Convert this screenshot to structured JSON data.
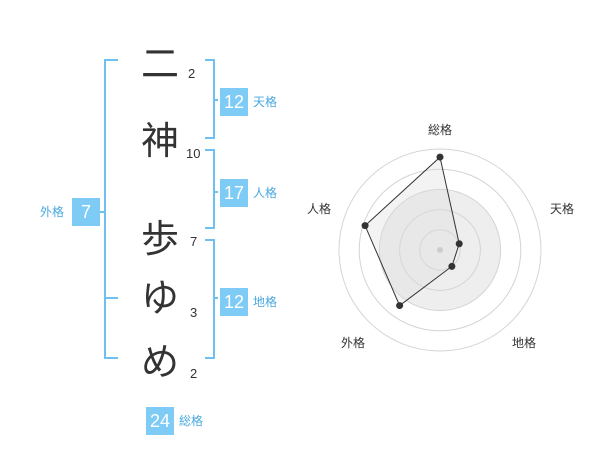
{
  "name_chars": [
    {
      "char": "二",
      "strokes": "2"
    },
    {
      "char": "神",
      "strokes": "10"
    },
    {
      "char": "歩",
      "strokes": "7"
    },
    {
      "char": "ゆ",
      "strokes": "3"
    },
    {
      "char": "め",
      "strokes": "2"
    }
  ],
  "kaku": {
    "tenkaku": {
      "value": "12",
      "label": "天格"
    },
    "jinkaku": {
      "value": "17",
      "label": "人格"
    },
    "chikaku": {
      "value": "12",
      "label": "地格"
    },
    "gaikaku": {
      "value": "7",
      "label": "外格"
    },
    "soukaku": {
      "value": "24",
      "label": "総格"
    }
  },
  "colors": {
    "accent": "#7ecbf6",
    "bracket": "#6fbfef",
    "text": "#333333",
    "label": "#4aa8e0",
    "radar_fill": "#eeeeee",
    "radar_grid": "#d4d4d4"
  },
  "chart_data": {
    "type": "radar",
    "axes": [
      "総格",
      "天格",
      "地格",
      "外格",
      "人格"
    ],
    "values": [
      0.92,
      0.2,
      0.2,
      0.68,
      0.78
    ],
    "scale_rings": 5,
    "range": [
      0,
      1
    ]
  }
}
